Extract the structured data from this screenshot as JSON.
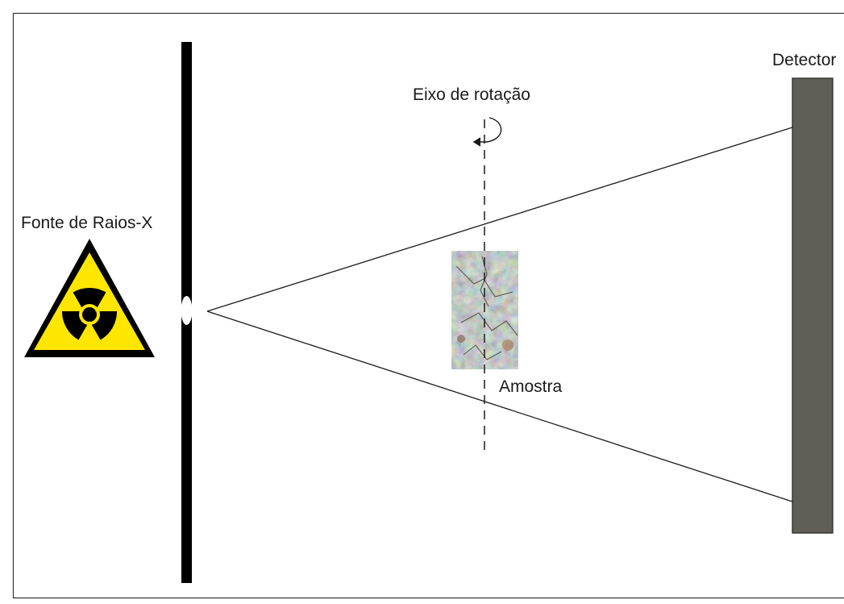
{
  "labels": {
    "source": "Fonte de Raios-X",
    "axis": "Eixo de rotação",
    "sample": "Amostra",
    "detector": "Detector"
  },
  "icons": {
    "hazard": "radiation-warning-icon",
    "rotation": "rotation-arrow-icon"
  },
  "colors": {
    "frame": "#333333",
    "collimator": "#000000",
    "beam": "#1a1a1a",
    "detector_fill": "#5f5f57",
    "detector_stroke": "#2a2a2a",
    "hazard_yellow": "#ffe600",
    "hazard_black": "#000000",
    "sample_base": "#8f9a90"
  }
}
